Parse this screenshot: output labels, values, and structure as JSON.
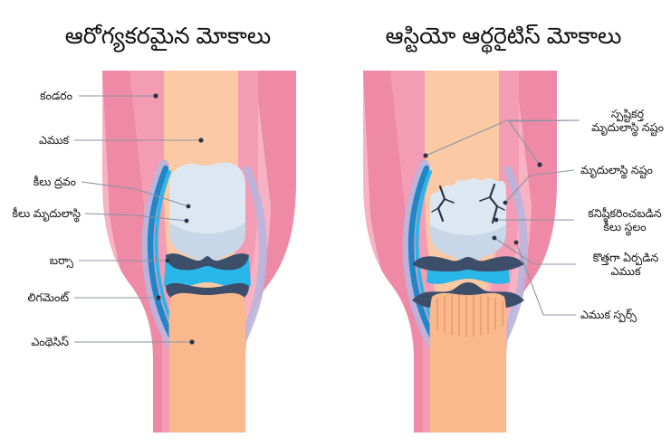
{
  "titles": {
    "left": "ఆరోగ్యకరమైన మోకాలు",
    "right": "ఆస్టియో ఆర్థరైటిస్ మోకాలు"
  },
  "palette": {
    "background": "#ffffff",
    "text": "#141414",
    "muscle_pink_dark": "#ef8aa6",
    "muscle_pink_mid": "#f49cb4",
    "muscle_pink_light": "#f7b3c4",
    "skin_peach": "#fbc9a3",
    "bone_peach": "#f9b98d",
    "bone_light_blue": "#dde7f2",
    "bone_blue_shade": "#c8d7e8",
    "cartilage_navy": "#3d4e6b",
    "joint_fluid_cyan": "#29b6e8",
    "ligament_blue": "#1f86c8",
    "bursa_lilac": "#b9b4dd",
    "leader_line": "#8c93a3",
    "leader_dot": "#2b3348"
  },
  "labels_left": [
    {
      "id": "muscle",
      "text": "కండరం"
    },
    {
      "id": "bone",
      "text": "ఎముక"
    },
    {
      "id": "joint-fluid",
      "text": "కీలు ద్రవం"
    },
    {
      "id": "cartilage",
      "text": "కీలు మృదులాస్థి"
    },
    {
      "id": "bursa",
      "text": "బర్సా"
    },
    {
      "id": "ligament",
      "text": "లిగమెంట్"
    },
    {
      "id": "enthesis",
      "text": "ఎంథెసిస్"
    }
  ],
  "labels_right": [
    {
      "id": "fissured-cartilage-loss",
      "line1": "స్పష్టికర్త",
      "line2": "మృదులాస్థి నష్టం"
    },
    {
      "id": "cartilage-loss",
      "line1": "మృదులాస్థి నష్టం",
      "line2": ""
    },
    {
      "id": "narrowed-joint-space",
      "line1": "కనిష్ఠీకరించబడిన",
      "line2": "కీలు స్థలం"
    },
    {
      "id": "new-bone-formation",
      "line1": "కొత్తగా ఏర్పడిన",
      "line2": "ఎముక"
    },
    {
      "id": "bone-spurs",
      "line1": "ఎముక స్పర్స్",
      "line2": ""
    }
  ]
}
